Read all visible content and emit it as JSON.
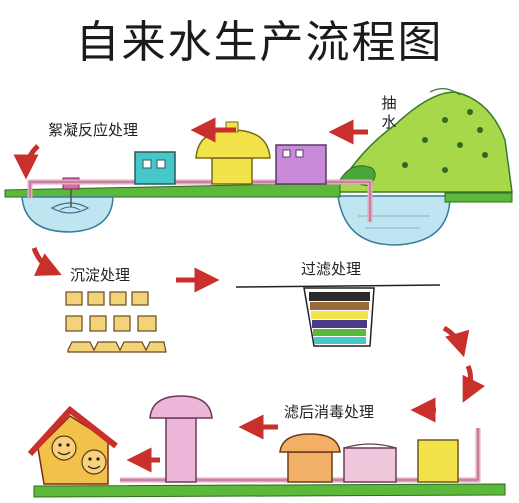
{
  "title": "自来水生产流程图",
  "stages": {
    "pump": "抽水",
    "coagulation": "絮凝反应处理",
    "sedimentation": "沉淀处理",
    "filtration": "过滤处理",
    "disinfection": "滤后消毒处理"
  },
  "colors": {
    "arrow": "#c9302c",
    "grass": "#5cb83a",
    "hill": "#a6d84a",
    "water": "#bfe6f0",
    "pipe": "#e7a7c0"
  }
}
